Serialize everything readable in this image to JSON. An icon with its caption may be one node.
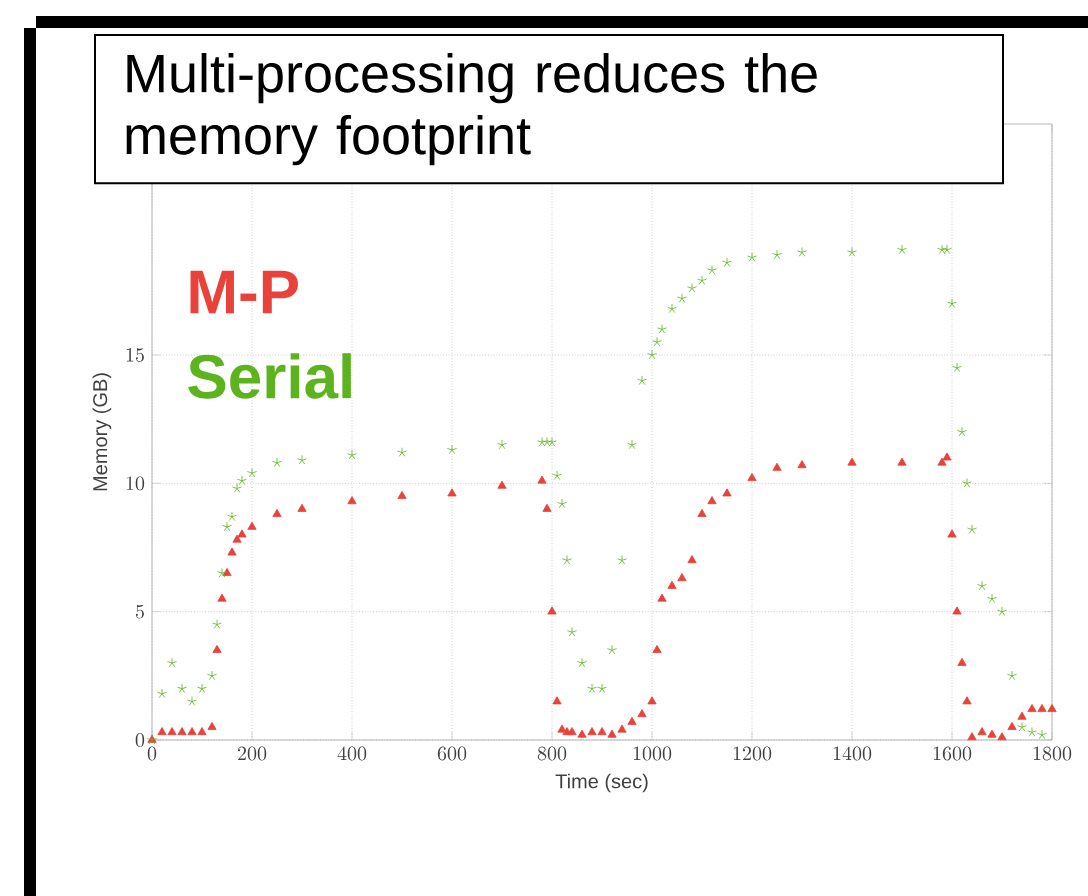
{
  "diagram": {
    "title": "Multi-processing reduces the memory footprint",
    "chart_data": {
      "type": "scatter",
      "xlabel": "Time (sec)",
      "ylabel": "Memory (GB)",
      "x": [
        0,
        20,
        40,
        60,
        80,
        100,
        120,
        130,
        140,
        150,
        160,
        170,
        180,
        200,
        250,
        300,
        400,
        500,
        600,
        700,
        780,
        790,
        800,
        810,
        820,
        830,
        840,
        860,
        880,
        900,
        920,
        940,
        960,
        980,
        1000,
        1010,
        1020,
        1040,
        1060,
        1080,
        1100,
        1120,
        1150,
        1200,
        1250,
        1300,
        1400,
        1500,
        1580,
        1590,
        1600,
        1610,
        1620,
        1630,
        1640,
        1660,
        1680,
        1700,
        1720,
        1740,
        1760,
        1780,
        1800
      ],
      "series": [
        {
          "name": "M-P",
          "color": "#e8423a",
          "values": [
            0,
            0.3,
            0.3,
            0.3,
            0.3,
            0.3,
            0.5,
            3.5,
            5.5,
            6.5,
            7.3,
            7.8,
            8.0,
            8.3,
            8.8,
            9.0,
            9.3,
            9.5,
            9.6,
            9.9,
            10.1,
            9.0,
            5.0,
            1.5,
            0.4,
            0.3,
            0.3,
            0.2,
            0.3,
            0.3,
            0.2,
            0.4,
            0.7,
            1.0,
            1.5,
            3.5,
            5.5,
            6.0,
            6.3,
            7.0,
            8.8,
            9.3,
            9.6,
            10.2,
            10.6,
            10.7,
            10.8,
            10.8,
            10.8,
            11.0,
            8.0,
            5.0,
            3.0,
            1.5,
            0.1,
            0.3,
            0.2,
            0.1,
            0.5,
            0.9,
            1.2,
            1.2,
            1.2
          ]
        },
        {
          "name": "Serial",
          "color": "#5db31e",
          "values": [
            0,
            1.8,
            3.0,
            2.0,
            1.5,
            2.0,
            2.5,
            4.5,
            6.5,
            8.3,
            8.7,
            9.8,
            10.1,
            10.4,
            10.8,
            10.9,
            11.1,
            11.2,
            11.3,
            11.5,
            11.6,
            11.6,
            11.6,
            10.3,
            9.2,
            7.0,
            4.2,
            3.0,
            2.0,
            2.0,
            3.5,
            7.0,
            11.5,
            14.0,
            15.0,
            15.5,
            16.0,
            16.8,
            17.2,
            17.6,
            17.9,
            18.3,
            18.6,
            18.8,
            18.9,
            19.0,
            19.0,
            19.1,
            19.1,
            19.1,
            17.0,
            14.5,
            12.0,
            10.0,
            8.2,
            6.0,
            5.5,
            5.0,
            2.5,
            0.5,
            0.3,
            0.2,
            null
          ]
        }
      ],
      "xlim": [
        0,
        1800
      ],
      "ylim": [
        0,
        24
      ],
      "xticks": [
        0,
        200,
        400,
        600,
        800,
        1000,
        1200,
        1400,
        1600,
        1800
      ],
      "yticks": [
        0,
        5,
        10,
        15
      ],
      "grid": true
    }
  }
}
